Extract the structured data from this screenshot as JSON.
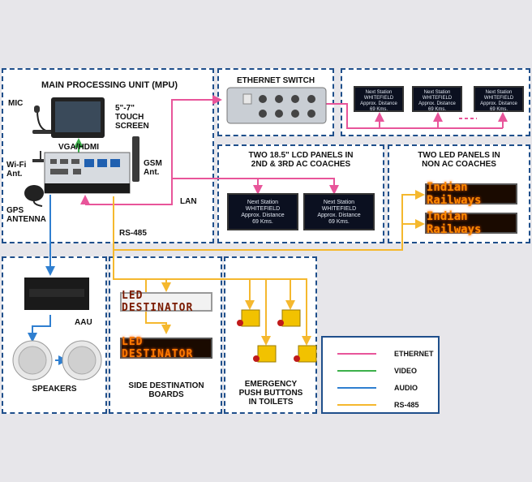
{
  "mpu": {
    "title": "MAIN PROCESSING UNIT (MPU)",
    "mic": "MIC",
    "touch_line1": "5\"-7\"",
    "touch_line2": "TOUCH",
    "touch_line3": "SCREEN",
    "vga": "VGA/HDMI",
    "wifi_line1": "Wi-Fi",
    "wifi_line2": "Ant.",
    "gsm_line1": "GSM",
    "gsm_line2": "Ant.",
    "gps_line1": "GPS",
    "gps_line2": "ANTENNA",
    "lan": "LAN",
    "rs485": "RS-485"
  },
  "ethernet_switch": {
    "title": "ETHERNET SWITCH"
  },
  "lcd": {
    "title_line1": "TWO 18.5\" LCD PANELS IN",
    "title_line2": "2ND & 3RD AC COACHES",
    "screen_line1": "Next Station",
    "screen_line2": "WHITEFIELD",
    "screen_line3": "Approx. Distance",
    "screen_line4": "69 Kms."
  },
  "led": {
    "title_line1": "TWO LED PANELS IN",
    "title_line2": "NON AC COACHES",
    "panel_text": "Indian Railways"
  },
  "aau": {
    "label": "AAU"
  },
  "speakers": {
    "label": "SPEAKERS"
  },
  "destination": {
    "board_text": "LED DESTINATOR",
    "label_line1": "SIDE DESTINATION",
    "label_line2": "BOARDS"
  },
  "emergency": {
    "label_line1": "EMERGENCY",
    "label_line2": "PUSH BUTTONS",
    "label_line3": "IN TOILETS"
  },
  "legend": {
    "items": [
      {
        "name": "ETHERNET",
        "color": "#e8559a"
      },
      {
        "name": "VIDEO",
        "color": "#3cb04a"
      },
      {
        "name": "AUDIO",
        "color": "#2f7fd0"
      },
      {
        "name": "RS-485",
        "color": "#f5b82e"
      }
    ]
  },
  "colors": {
    "ethernet": "#e8559a",
    "video": "#3cb04a",
    "audio": "#2f7fd0",
    "rs485": "#f5b82e",
    "box_border": "#1f4f8b"
  }
}
